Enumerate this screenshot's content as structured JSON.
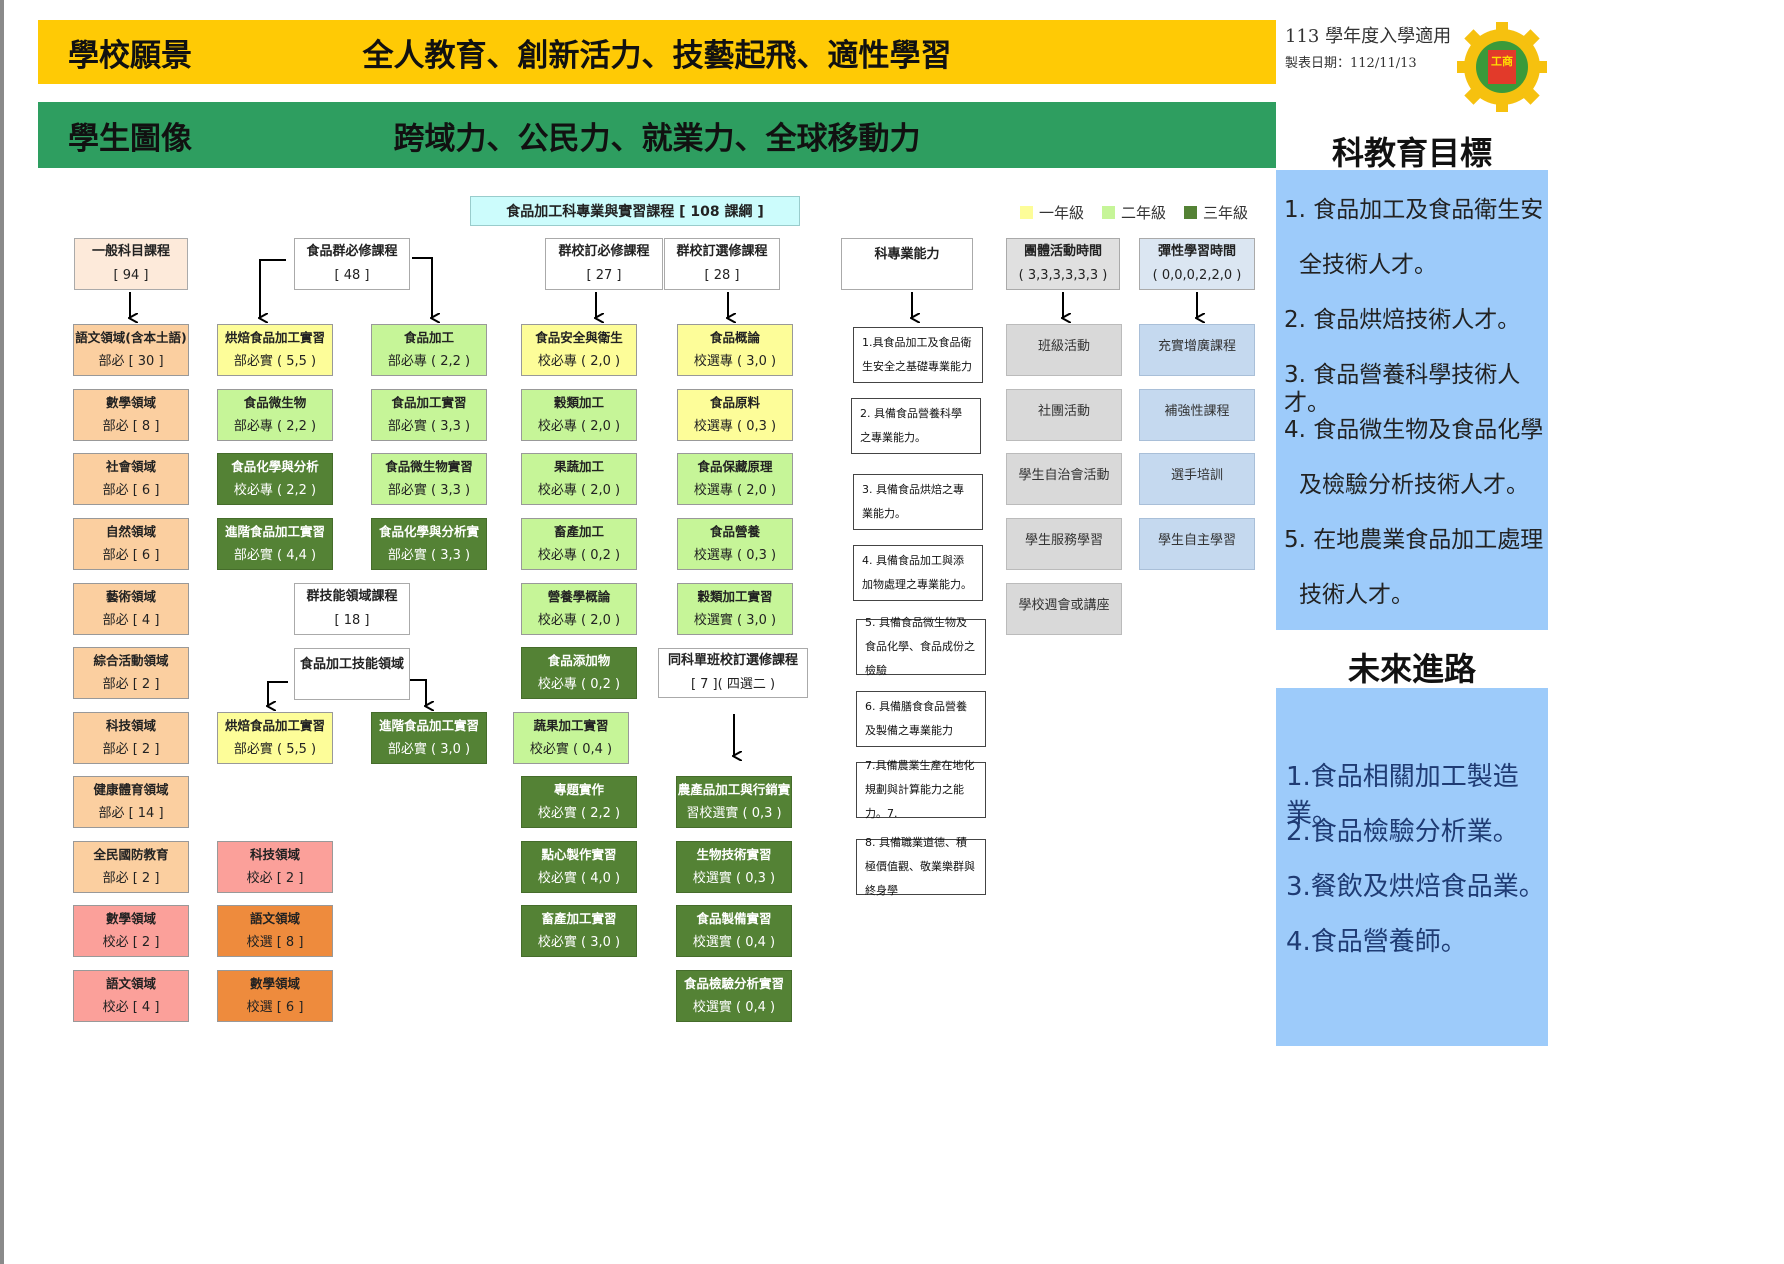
{
  "vision": {
    "label": "學校願景",
    "text": "全人教育、創新活力、技藝起飛、適性學習"
  },
  "portrait": {
    "label": "學生圖像",
    "text": "跨域力、公民力、就業力、全球移動力"
  },
  "header": {
    "year": "113 學年度入學適用",
    "date": "製表日期：112/11/13"
  },
  "logo": {
    "chars": "工商"
  },
  "title": "食品加工科專業與實習課程 [ 108 課綱 ]",
  "legend": [
    {
      "label": "一年級",
      "color": "#fdfd99"
    },
    {
      "label": "二年級",
      "color": "#c6f598"
    },
    {
      "label": "三年級",
      "color": "#548235"
    }
  ],
  "headers": {
    "general": {
      "title": "一般科目課程",
      "sub": "[ 94 ]"
    },
    "group_req": {
      "title": "食品群必修課程",
      "sub": "[ 48 ]"
    },
    "school_req": {
      "title": "群校訂必修課程",
      "sub": "[ 27 ]"
    },
    "school_elec": {
      "title": "群校訂選修課程",
      "sub": "[ 28 ]"
    },
    "competency": {
      "title": "科專業能力"
    },
    "group_activity": {
      "title": "團體活動時間",
      "sub": "( 3,3,3,3,3,3 )"
    },
    "flex_time": {
      "title": "彈性學習時間",
      "sub": "( 0,0,0,2,2,0 )"
    },
    "skill_domain": {
      "title": "群技能領域課程",
      "sub": "[ 18 ]"
    },
    "skill_area": {
      "title": "食品加工技能領域"
    },
    "cross_class": {
      "title": "同科單班校訂選修課程",
      "sub": "[ 7 ]( 四選二 )"
    }
  },
  "general_courses": [
    {
      "t": "語文領域(含本土語)",
      "s": "部必 [ 30 ]"
    },
    {
      "t": "數學領域",
      "s": "部必 [ 8 ]"
    },
    {
      "t": "社會領域",
      "s": "部必 [ 6 ]"
    },
    {
      "t": "自然領域",
      "s": "部必 [ 6 ]"
    },
    {
      "t": "藝術領域",
      "s": "部必 [ 4 ]"
    },
    {
      "t": "綜合活動領域",
      "s": "部必 [ 2 ]"
    },
    {
      "t": "科技領域",
      "s": "部必 [ 2 ]"
    },
    {
      "t": "健康體育領域",
      "s": "部必 [ 14 ]"
    },
    {
      "t": "全民國防教育",
      "s": "部必 [ 2 ]"
    },
    {
      "t": "數學領域",
      "s": "校必 [ 2 ]"
    },
    {
      "t": "語文領域",
      "s": "校必 [ 4 ]"
    }
  ],
  "group_col1": [
    {
      "t": "烘焙食品加工實習",
      "s": "部必實 ( 5,5 )"
    },
    {
      "t": "食品微生物",
      "s": "部必專 ( 2,2 )"
    },
    {
      "t": "食品化學與分析",
      "s": "校必專 ( 2,2 )"
    },
    {
      "t": "進階食品加工實習",
      "s": "部必實 ( 4,4 )"
    }
  ],
  "group_col2": [
    {
      "t": "食品加工",
      "s": "部必專 ( 2,2 )"
    },
    {
      "t": "食品加工實習",
      "s": "部必實 ( 3,3 )"
    },
    {
      "t": "食品微生物實習",
      "s": "部必實 ( 3,3 )"
    },
    {
      "t": "食品化學與分析實",
      "s": "部必實 ( 3,3 )"
    }
  ],
  "skill_courses": [
    {
      "t": "烘焙食品加工實習",
      "s": "部必實 ( 5,5 )"
    },
    {
      "t": "進階食品加工實習",
      "s": "部必實 ( 3,0 )"
    }
  ],
  "extra_courses": [
    {
      "t": "科技領域",
      "s": "校必 [ 2 ]"
    },
    {
      "t": "語文領域",
      "s": "校選 [ 8 ]"
    },
    {
      "t": "數學領域",
      "s": "校選 [ 6 ]"
    }
  ],
  "school_req_courses": [
    {
      "t": "食品安全與衛生",
      "s": "校必專 ( 2,0 )"
    },
    {
      "t": "穀類加工",
      "s": "校必專 ( 2,0 )"
    },
    {
      "t": "果蔬加工",
      "s": "校必專 ( 2,0 )"
    },
    {
      "t": "畜產加工",
      "s": "校必專 ( 0,2 )"
    },
    {
      "t": "營養學概論",
      "s": "校必專 ( 2,0 )"
    },
    {
      "t": "食品添加物",
      "s": "校必專 ( 0,2 )"
    },
    {
      "t": "蔬果加工實習",
      "s": "校必實 ( 0,4 )"
    },
    {
      "t": "專題實作",
      "s": "校必實 ( 2,2 )"
    },
    {
      "t": "點心製作實習",
      "s": "校必實 ( 4,0 )"
    },
    {
      "t": "畜產加工實習",
      "s": "校必實 ( 3,0 )"
    }
  ],
  "school_elec_courses": [
    {
      "t": "食品概論",
      "s": "校選專 ( 3,0 )"
    },
    {
      "t": "食品原料",
      "s": "校選專 ( 0,3 )"
    },
    {
      "t": "食品保藏原理",
      "s": "校選專 ( 2,0 )"
    },
    {
      "t": "食品營養",
      "s": "校選專 ( 0,3 )"
    },
    {
      "t": "穀類加工實習",
      "s": "校選實 ( 3,0 )"
    }
  ],
  "cross_courses": [
    {
      "t": "農產品加工與行銷實",
      "s": "習校選實 ( 0,3 )"
    },
    {
      "t": "生物技術實習",
      "s": "校選實 ( 0,3 )"
    },
    {
      "t": "食品製備實習",
      "s": "校選實 ( 0,4 )"
    },
    {
      "t": "食品檢驗分析實習",
      "s": "校選實 ( 0,4 )"
    }
  ],
  "competencies": [
    "1.具食品加工及食品衛生安全之基礎專業能力",
    "2. 具備食品營養科學之專業能力。",
    "3. 具備食品烘焙之專業能力。",
    "4. 具備食品加工與添加物處理之專業能力。",
    "5. 具備食品微生物及食品化學、食品成份之檢驗",
    "6. 具備膳食食品營養及製備之專業能力",
    "7.具備農業生產在地化規劃與計算能力之能力。7.",
    "8. 具備職業道德、積極價值觀、敬業樂群與終身學"
  ],
  "activities": [
    "班級活動",
    "社團活動",
    "學生自治會活動",
    "學生服務學習",
    "學校週會或講座"
  ],
  "flex_items": [
    "充實增廣課程",
    "補強性課程",
    "選手培訓",
    "學生自主學習"
  ],
  "goals": {
    "title": "科教育目標",
    "items": [
      "1.  食品加工及食品衛生安",
      "全技術人才。",
      "2.  食品烘焙技術人才。",
      "3.  食品營養科學技術人才。",
      "4.  食品微生物及食品化學",
      "及檢驗分析技術人才。",
      "5.  在地農業食品加工處理",
      "技術人才。"
    ]
  },
  "future": {
    "title": "未來進路",
    "items": [
      "1.食品相關加工製造業。",
      "2.食品檢驗分析業。",
      "3.餐飲及烘焙食品業。",
      "4.食品營養師。"
    ]
  }
}
